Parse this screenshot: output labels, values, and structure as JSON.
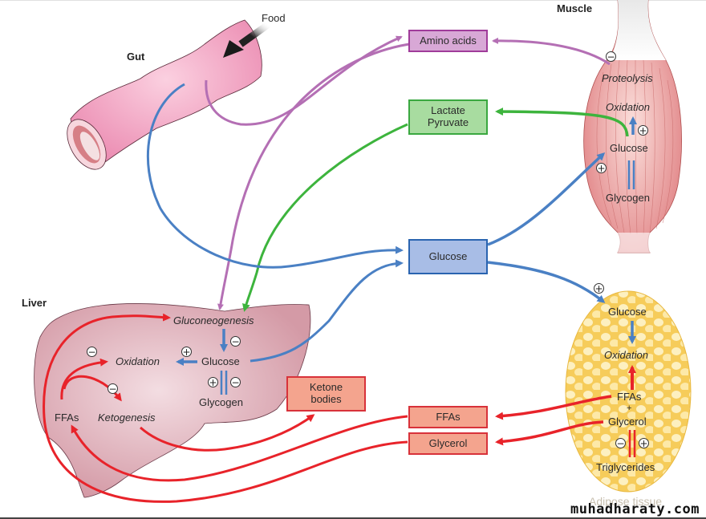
{
  "organs": {
    "gut": "Gut",
    "food": "Food",
    "muscle": "Muscle",
    "liver": "Liver",
    "adipose": "Adipose tissue"
  },
  "boxes": {
    "amino_acids": "Amino acids",
    "lactate": "Lactate",
    "pyruvate": "Pyruvate",
    "glucose": "Glucose",
    "ketone_line1": "Ketone",
    "ketone_line2": "bodies",
    "ffas": "FFAs",
    "glycerol": "Glycerol"
  },
  "muscle": {
    "proteolysis": "Proteolysis",
    "oxidation": "Oxidation",
    "glucose": "Glucose",
    "glycogen": "Glycogen"
  },
  "liver": {
    "gluconeogenesis": "Gluconeogenesis",
    "oxidation": "Oxidation",
    "glucose": "Glucose",
    "glycogen": "Glycogen",
    "ffas": "FFAs",
    "ketogenesis": "Ketogenesis"
  },
  "adipose": {
    "glucose": "Glucose",
    "oxidation": "Oxidation",
    "ffas": "FFAs",
    "plus": "+",
    "glycerol": "Glycerol",
    "triglycerides": "Triglycerides"
  },
  "signs": {
    "plus": "+",
    "minus": "−"
  },
  "colors": {
    "amino_acid_path": "#b46fb4",
    "lactate_path": "#3db43d",
    "glucose_path": "#4a80c4",
    "fat_path": "#e8232a",
    "amino_box_fill": "#d8a8d6",
    "lactate_box_fill": "#a8dca0",
    "glucose_box_fill": "#a8bde6",
    "fat_box_fill": "#f4a48e"
  },
  "watermark": "muhadharaty.com"
}
